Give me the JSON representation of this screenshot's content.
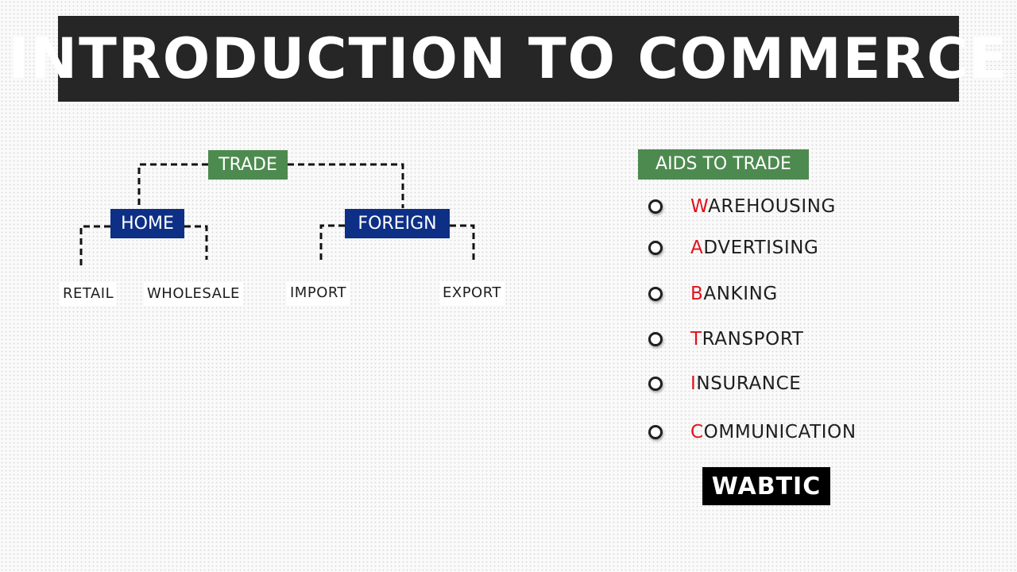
{
  "title": "INTRODUCTION TO COMMERCE",
  "tree": {
    "root": "TRADE",
    "branches": [
      {
        "label": "HOME",
        "leaves": [
          "RETAIL",
          "WHOLESALE"
        ]
      },
      {
        "label": "FOREIGN",
        "leaves": [
          "IMPORT",
          "EXPORT"
        ]
      }
    ]
  },
  "aids": {
    "heading": "AIDS TO TRADE",
    "items": [
      {
        "first": "W",
        "rest": "AREHOUSING"
      },
      {
        "first": "A",
        "rest": "DVERTISING"
      },
      {
        "first": "B",
        "rest": "ANKING"
      },
      {
        "first": "T",
        "rest": "RANSPORT"
      },
      {
        "first": "I",
        "rest": "NSURANCE"
      },
      {
        "first": "C",
        "rest": "OMMUNICATION"
      }
    ]
  },
  "brand": "WABTIC",
  "colors": {
    "title_bg": "#262626",
    "root_box": "#4d8a4f",
    "branch_box": "#0d2f86",
    "initial_letter": "#e0121b"
  }
}
